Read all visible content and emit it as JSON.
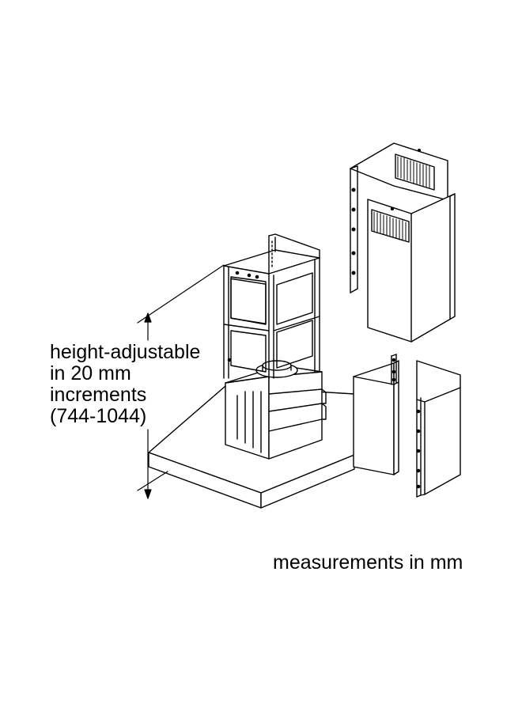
{
  "labels": {
    "height_lines": [
      "height-adjustable",
      "in 20 mm",
      "increments",
      "(744-1044)"
    ],
    "measurements": "measurements in mm"
  },
  "colors": {
    "ink": "#000000",
    "paper": "#ffffff",
    "panel_fill": "#ffffff"
  }
}
